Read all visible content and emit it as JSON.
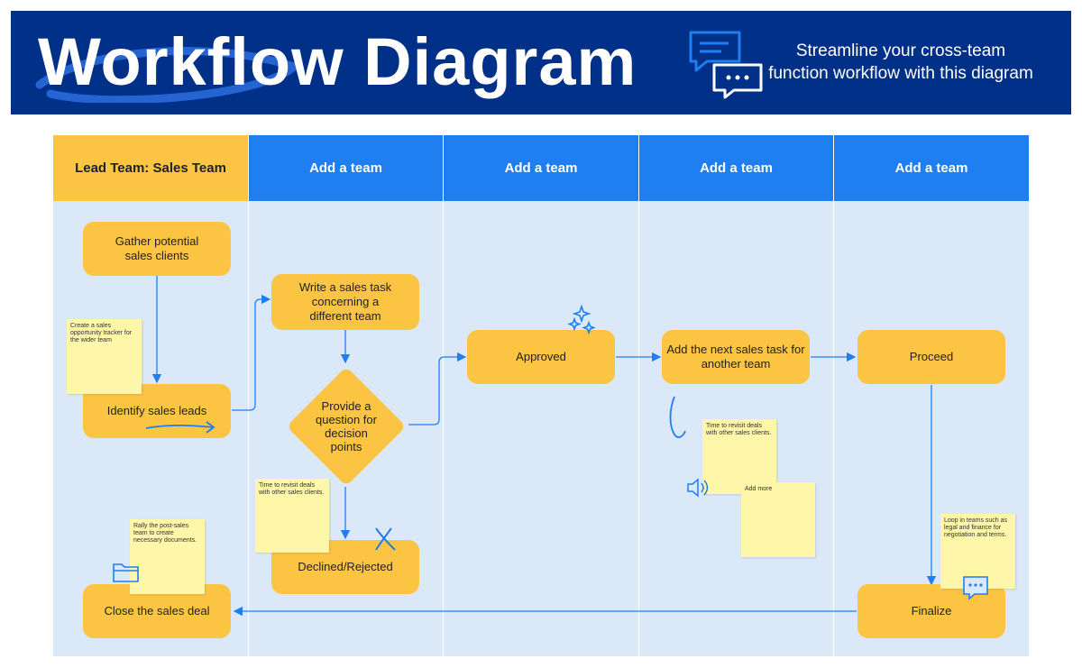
{
  "header": {
    "title": "Workflow Diagram",
    "subtitle_line1": "Streamline your cross-team",
    "subtitle_line2": "function workflow with this diagram"
  },
  "lanes": [
    {
      "label": "Lead Team: Sales Team"
    },
    {
      "label": "Add a team"
    },
    {
      "label": "Add a team"
    },
    {
      "label": "Add a team"
    },
    {
      "label": "Add a team"
    }
  ],
  "nodes": {
    "gather_line1": "Gather potential",
    "gather_line2": "sales clients",
    "identify": "Identify sales leads",
    "close": "Close the sales deal",
    "write_line1": "Write a sales task",
    "write_line2": "concerning a",
    "write_line3": "different team",
    "decision_line1": "Provide a",
    "decision_line2": "question for",
    "decision_line3": "decision",
    "decision_line4": "points",
    "declined": "Declined/Rejected",
    "approved": "Approved",
    "next_task_line1": "Add the next sales task for",
    "next_task_line2": "another team",
    "proceed": "Proceed",
    "finalize": "Finalize"
  },
  "notes": {
    "tracker": "Create a sales opportunity tracker for the wider team",
    "rally": "Rally the post-sales team to create necessary documents.",
    "revisit_a": "Time to revisit deals with other sales clients.",
    "revisit_b": "Time to revisit deals with other sales clients.",
    "add_more": "Add more",
    "loop": "Loop in teams such as legal and finance for negotiation and terms."
  },
  "colors": {
    "banner": "#003087",
    "lane_header": "#1f7ef0",
    "lead_header": "#fcc443",
    "board": "#dbe8f8",
    "node": "#fcc443",
    "note": "#fef6a8",
    "arrow": "#1f7ef0"
  }
}
